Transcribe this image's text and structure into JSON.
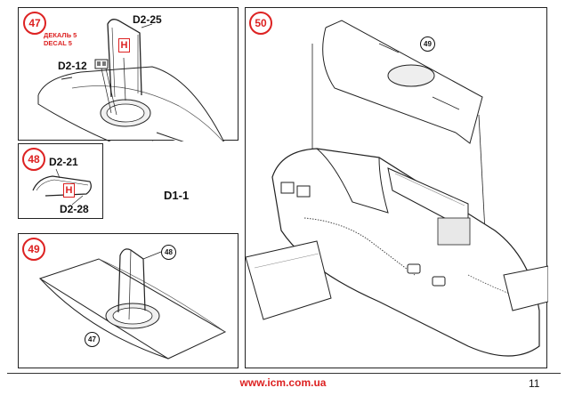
{
  "steps": {
    "s47": {
      "number": "47",
      "parts": {
        "top_right": "D2-25",
        "mid_left": "D2-12",
        "fuselage": "D1-1"
      },
      "decal": "ДЕКАЛЬ 5\nDECAL 5",
      "marker": "H"
    },
    "s48": {
      "number": "48",
      "parts": {
        "top": "D2-21",
        "bottom": "D2-28"
      },
      "marker": "H"
    },
    "s49": {
      "number": "49",
      "refs": [
        "48",
        "47"
      ]
    },
    "s50": {
      "number": "50",
      "refs": [
        "49"
      ]
    }
  },
  "footer": {
    "url": "www.icm.com.ua",
    "page": "11"
  }
}
